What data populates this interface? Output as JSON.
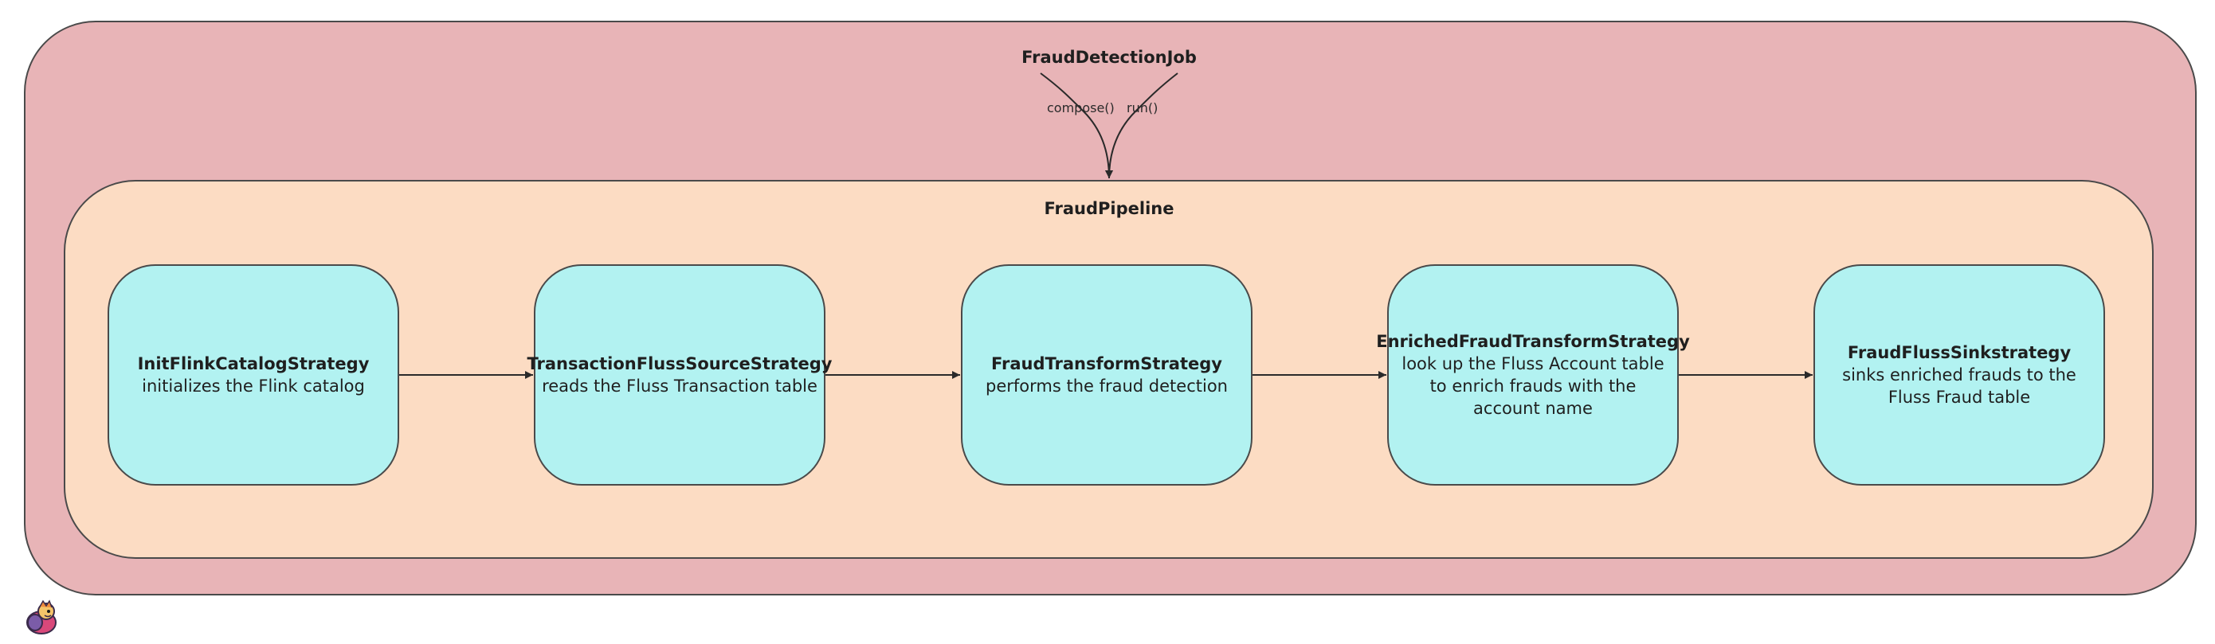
{
  "job": {
    "title": "FraudDetectionJob"
  },
  "edges": {
    "compose_label": "compose()",
    "run_label": "run()"
  },
  "pipeline": {
    "title": "FraudPipeline"
  },
  "strategies": [
    {
      "name": "InitFlinkCatalogStrategy",
      "desc": "initializes the Flink catalog"
    },
    {
      "name": "TransactionFlussSourceStrategy",
      "desc": "reads the Fluss Transaction table"
    },
    {
      "name": "FraudTransformStrategy",
      "desc": "performs the fraud detection"
    },
    {
      "name": "EnrichedFraudTransformStrategy",
      "desc": "look up the Fluss Account table to enrich frauds with the account name"
    },
    {
      "name": "FraudFlussSinkstrategy",
      "desc": "sinks enriched frauds to the Fluss Fraud table"
    }
  ],
  "colors": {
    "job_fill": "#e8b4b7",
    "pipeline_fill": "#fcdcc3",
    "strategy_fill": "#b2f2f1",
    "stroke": "#4a4a4a"
  },
  "icons": {
    "logo": "mascot-logo"
  }
}
